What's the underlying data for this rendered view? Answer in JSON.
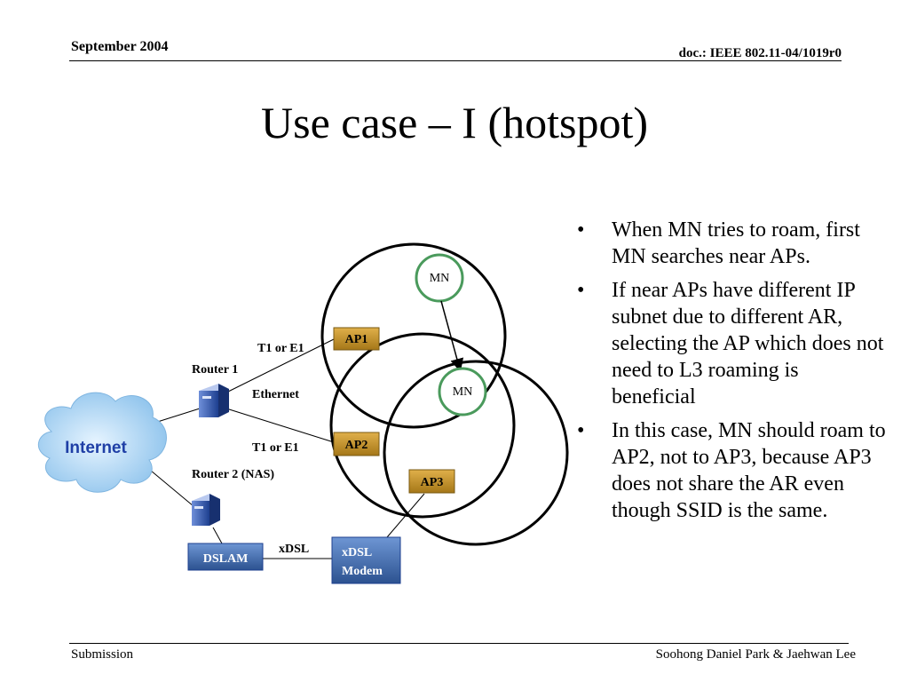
{
  "header": {
    "date": "September 2004",
    "doc_id": "doc.: IEEE 802.11-04/1019r0"
  },
  "title": "Use case – I (hotspot)",
  "bullets": [
    "When MN tries to roam, first MN searches near APs.",
    "If near APs have different IP subnet due to different AR, selecting the AP which does not need to L3 roaming is beneficial",
    "In this case, MN should roam to AP2, not to AP3, because AP3 does not share the AR even though SSID is the same."
  ],
  "bullet_symbol": "•",
  "diagram": {
    "internet": "Internet",
    "router1": "Router 1",
    "router2": "Router 2 (NAS)",
    "link_t1_top": "T1 or E1",
    "link_ethernet": "Ethernet",
    "link_t1_bottom": "T1 or E1",
    "link_xdsl": "xDSL",
    "ap1": "AP1",
    "ap2": "AP2",
    "ap3": "AP3",
    "mn_top": "MN",
    "mn_bottom": "MN",
    "dslam": "DSLAM",
    "modem_line1": "xDSL",
    "modem_line2": "Modem"
  },
  "footer": {
    "left": "Submission",
    "right": "Soohong Daniel Park & Jaehwan Lee"
  },
  "colors": {
    "ap_fill": "#c9962c",
    "mn_ring": "#4a9a5c",
    "box_blue": "#4a74b8",
    "cloud": "#a9d3f2",
    "internet_text": "#1f3fa6"
  }
}
